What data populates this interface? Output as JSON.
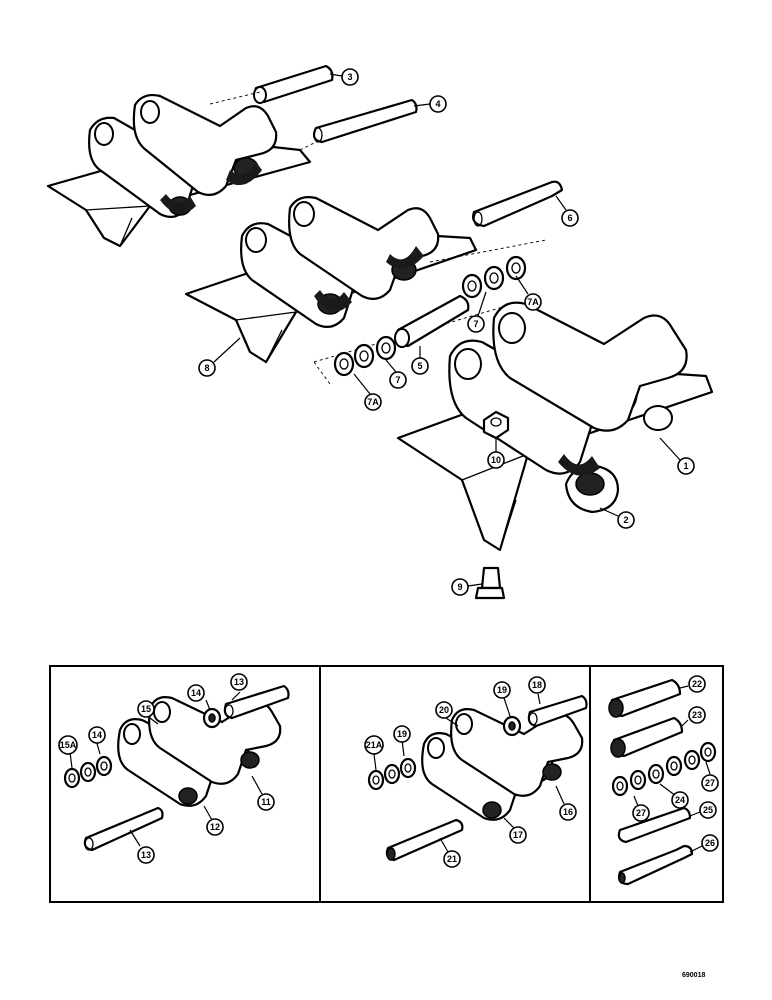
{
  "drawing_code": "690018",
  "callouts": {
    "main": [
      "1",
      "2",
      "3",
      "4",
      "5",
      "6",
      "7",
      "7",
      "7A",
      "7A",
      "8",
      "9",
      "10"
    ],
    "inset_a": [
      "11",
      "12",
      "13",
      "13",
      "14",
      "14",
      "15",
      "15A"
    ],
    "inset_b": [
      "16",
      "17",
      "18",
      "19",
      "19",
      "20",
      "21",
      "21A"
    ],
    "inset_c": [
      "22",
      "23",
      "24",
      "25",
      "26",
      "27",
      "27"
    ]
  }
}
